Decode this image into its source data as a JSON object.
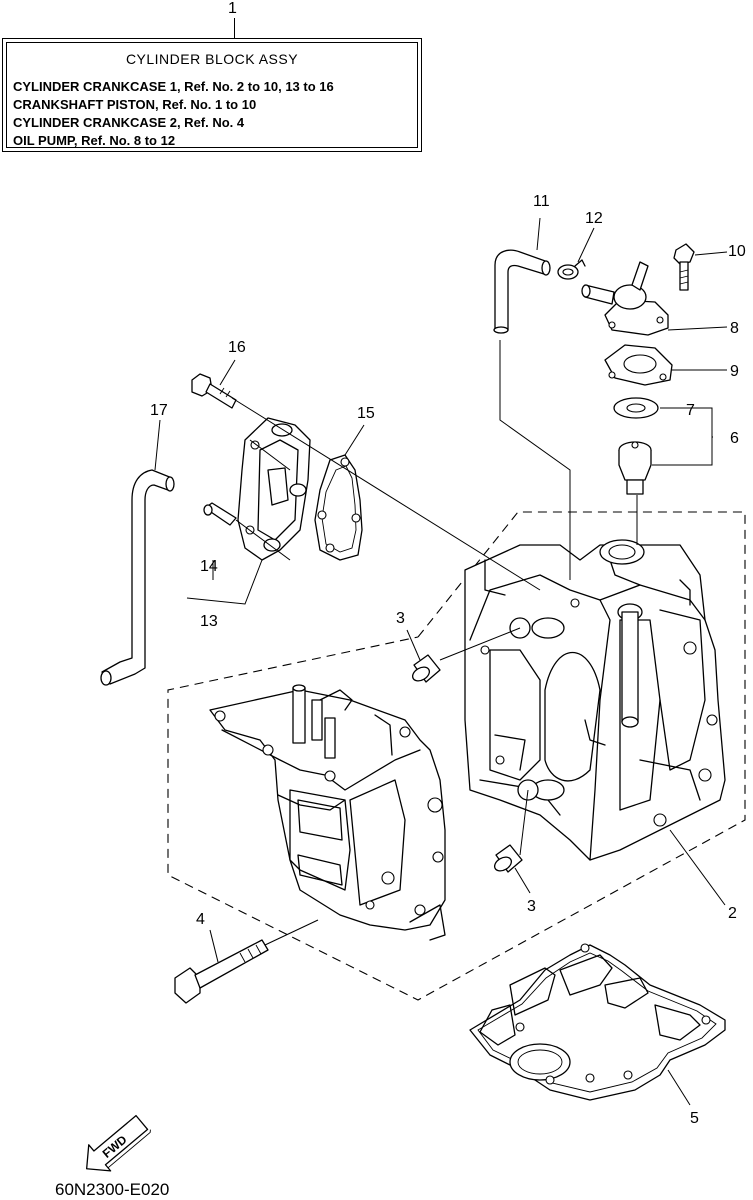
{
  "header": {
    "ref_number": "1",
    "title": "CYLINDER BLOCK ASSY",
    "lines": [
      "CYLINDER CRANKCASE 1, Ref. No. 2 to 10, 13 to 16",
      "CRANKSHAFT PISTON,  Ref. No. 1 to 10",
      "CYLINDER CRANKCASE 2, Ref. No. 4",
      "OIL PUMP,  Ref. No. 8 to 12"
    ]
  },
  "callouts": {
    "c2": "2",
    "c3a": "3",
    "c3b": "3",
    "c4": "4",
    "c5": "5",
    "c6": "6",
    "c7": "7",
    "c8": "8",
    "c9": "9",
    "c10": "10",
    "c11": "11",
    "c12": "12",
    "c13": "13",
    "c14": "14",
    "c15": "15",
    "c16": "16",
    "c17": "17"
  },
  "fwd_arrow_label": "FWD",
  "drawing_code": "60N2300-E020"
}
